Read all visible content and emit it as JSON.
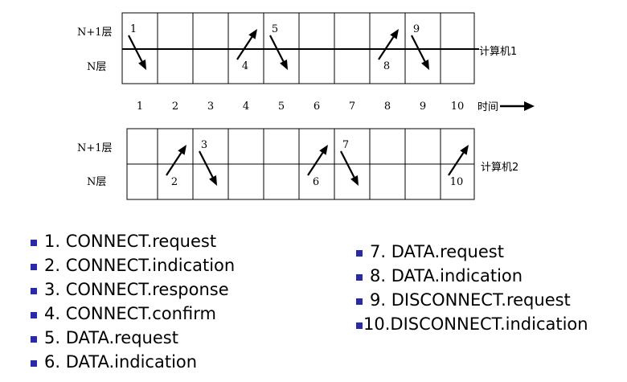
{
  "computers": [
    {
      "label": "计算机1",
      "upper_layer": "N+1层",
      "lower_layer": "N层"
    },
    {
      "label": "计算机2",
      "upper_layer": "N+1层",
      "lower_layer": "N层"
    }
  ],
  "time_axis": {
    "ticks": [
      "1",
      "2",
      "3",
      "4",
      "5",
      "6",
      "7",
      "8",
      "9",
      "10"
    ],
    "label": "时间"
  },
  "events": [
    {
      "num": "1",
      "computer": 1,
      "col": 1,
      "direction": "down"
    },
    {
      "num": "2",
      "computer": 2,
      "col": 2,
      "direction": "up"
    },
    {
      "num": "3",
      "computer": 2,
      "col": 3,
      "direction": "down"
    },
    {
      "num": "4",
      "computer": 1,
      "col": 4,
      "direction": "up"
    },
    {
      "num": "5",
      "computer": 1,
      "col": 5,
      "direction": "down"
    },
    {
      "num": "6",
      "computer": 2,
      "col": 6,
      "direction": "up"
    },
    {
      "num": "7",
      "computer": 2,
      "col": 7,
      "direction": "down"
    },
    {
      "num": "8",
      "computer": 1,
      "col": 8,
      "direction": "up"
    },
    {
      "num": "9",
      "computer": 1,
      "col": 9,
      "direction": "down"
    },
    {
      "num": "10",
      "computer": 2,
      "col": 10,
      "direction": "up"
    }
  ],
  "legend": {
    "left": [
      "1. CONNECT.request",
      "2. CONNECT.indication",
      "3. CONNECT.response",
      "4. CONNECT.confirm",
      "5. DATA.request",
      "6. DATA.indication"
    ],
    "right": [
      "7. DATA.request",
      "8. DATA.indication",
      "9. DISCONNECT.request",
      "10.DISCONNECT.indication"
    ]
  },
  "colors": {
    "bullet": "#2a2aa6",
    "lines": "#000000"
  }
}
